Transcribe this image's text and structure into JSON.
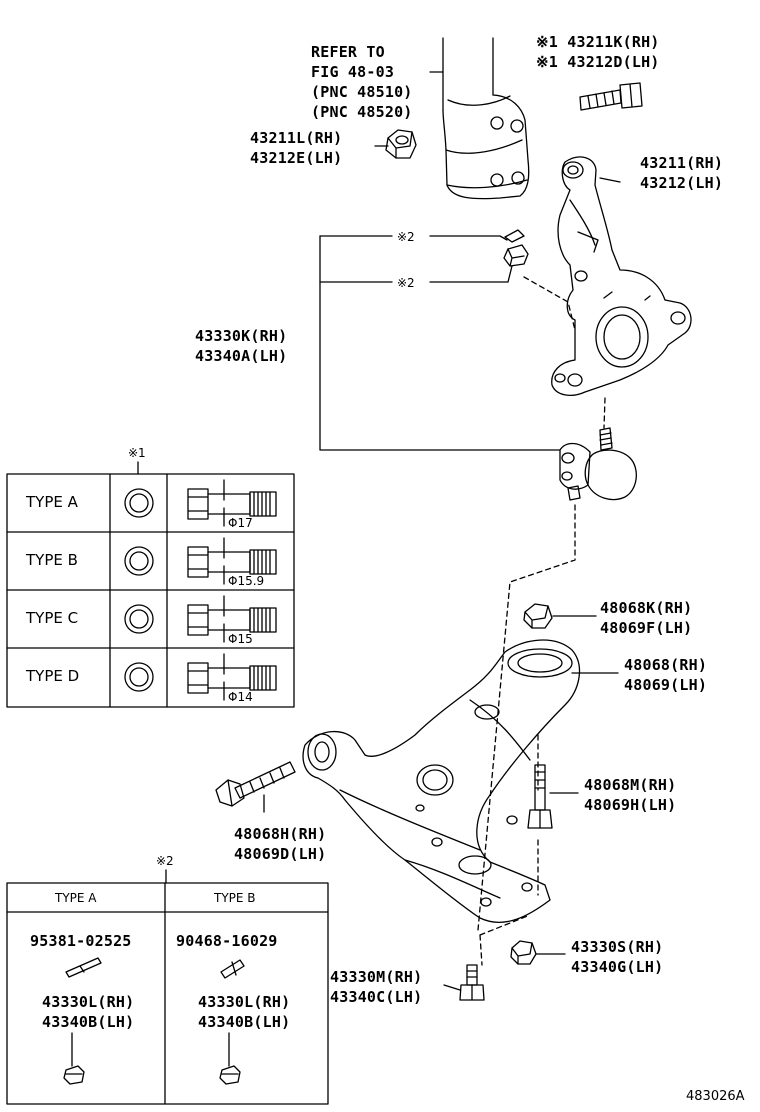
{
  "callouts": {
    "refer": [
      "REFER TO",
      "FIG 48-03",
      "(PNC 48510)",
      "(PNC 48520)"
    ],
    "bolt_43211k": "※1 43211K(RH)",
    "bolt_43212d": "※1 43212D(LH)",
    "nut_43211l": [
      "43211L(RH)",
      "43212E(LH)"
    ],
    "knuckle": [
      "43211(RH)",
      "43212(LH)"
    ],
    "mark2_a": "※2",
    "mark2_b": "※2",
    "balljoint": [
      "43330K(RH)",
      "43340A(LH)"
    ],
    "nut_48068k": [
      "48068K(RH)",
      "48069F(LH)"
    ],
    "arm": [
      "48068(RH)",
      "48069(LH)"
    ],
    "bolt_48068m": [
      "48068M(RH)",
      "48069H(LH)"
    ],
    "bolt_48068h": [
      "48068H(RH)",
      "48069D(LH)"
    ],
    "nut_43330s": [
      "43330S(RH)",
      "43340G(LH)"
    ],
    "bolt_43330m": [
      "43330M(RH)",
      "43340C(LH)"
    ],
    "figure_id": "483026A"
  },
  "table1": {
    "mark": "※1",
    "rows": [
      {
        "type": "TYPE A",
        "diameter": "Φ17"
      },
      {
        "type": "TYPE B",
        "diameter": "Φ15.9"
      },
      {
        "type": "TYPE C",
        "diameter": "Φ15"
      },
      {
        "type": "TYPE D",
        "diameter": "Φ14"
      }
    ]
  },
  "table2": {
    "mark": "※2",
    "col_a": {
      "header": "TYPE A",
      "part": "95381-02525",
      "sub": [
        "43330L(RH)",
        "43340B(LH)"
      ]
    },
    "col_b": {
      "header": "TYPE B",
      "part": "90468-16029",
      "sub": [
        "43330L(RH)",
        "43340B(LH)"
      ]
    }
  }
}
